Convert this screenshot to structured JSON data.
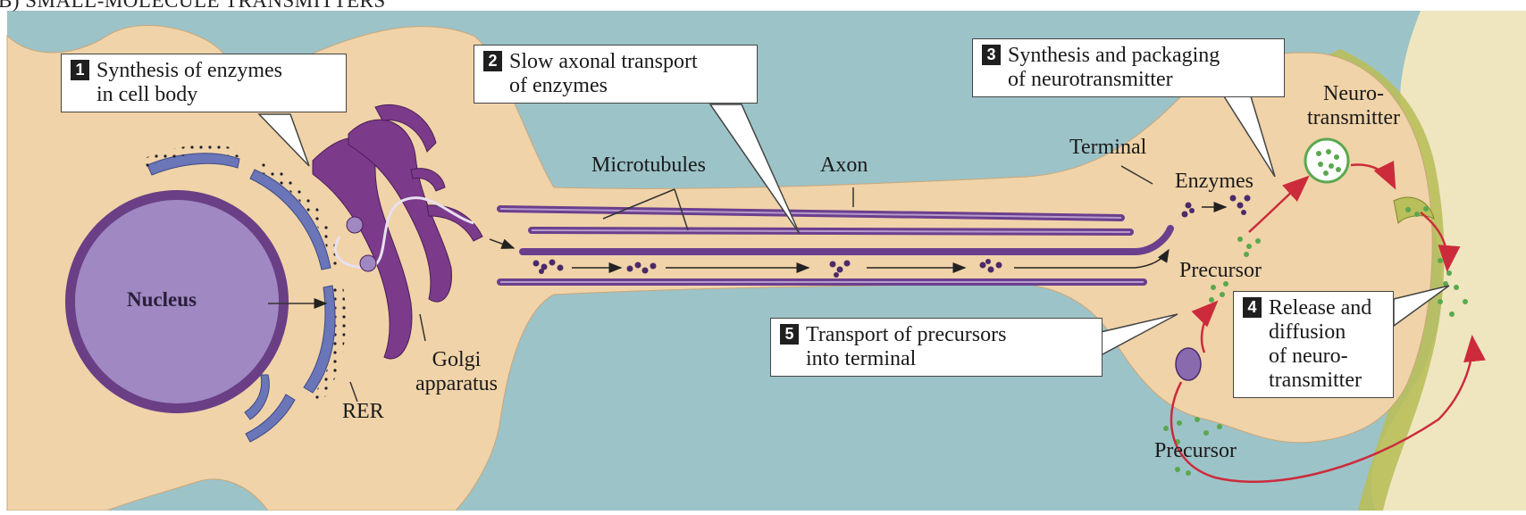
{
  "header": "B) SMALL-MOLECULE TRANSMITTERS",
  "callouts": [
    {
      "number": "1",
      "line1": "Synthesis of enzymes",
      "line2": "in cell body"
    },
    {
      "number": "2",
      "line1": "Slow axonal transport",
      "line2": "of enzymes"
    },
    {
      "number": "3",
      "line1": "Synthesis and packaging",
      "line2": "of neurotransmitter"
    },
    {
      "number": "4",
      "line1": "Release and",
      "line2": "diffusion",
      "line3": "of neuro-",
      "line4": "transmitter"
    },
    {
      "number": "5",
      "line1": "Transport of precursors",
      "line2": "into terminal"
    }
  ],
  "labels": {
    "nucleus": "Nucleus",
    "rer": "RER",
    "golgi_line1": "Golgi",
    "golgi_line2": "apparatus",
    "microtubules": "Microtubules",
    "axon": "Axon",
    "terminal": "Terminal",
    "enzymes": "Enzymes",
    "neurotransmitter_line1": "Neuro-",
    "neurotransmitter_line2": "transmitter",
    "precursor_terminal": "Precursor",
    "precursor_outside": "Precursor"
  },
  "colors": {
    "background": "#9cc3c8",
    "cell": "#f0d3a8",
    "nucleus": "#a088c2",
    "nucleus_rim": "#6a3f86",
    "rer": "#6a76b8",
    "golgi": "#7c3a8a",
    "microtubule": "#6b3f8e",
    "postsynaptic": "#efe6c0",
    "cleft": "#b9bf5a",
    "transmitter": "#5aa84e",
    "arrow_red": "#cc2b3c"
  }
}
